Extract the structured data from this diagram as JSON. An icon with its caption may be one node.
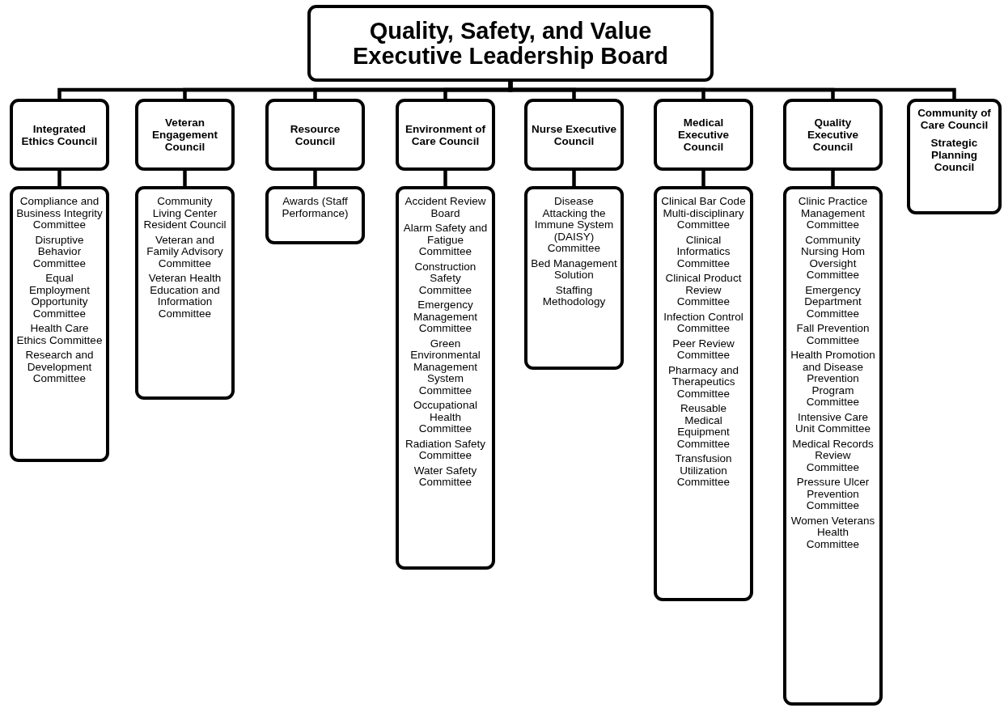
{
  "diagram": {
    "nodes": [
      {
        "text": [
          "Quality, Safety, and Value Executive Leadership Board"
        ]
      },
      {
        "text": [
          "Integrated Ethics Council"
        ]
      },
      {
        "text": [
          "Veteran Engagement Council"
        ]
      },
      {
        "text": [
          "Resource Council"
        ]
      },
      {
        "text": [
          "Environment of Care Council"
        ]
      },
      {
        "text": [
          "Nurse Executive Council"
        ]
      },
      {
        "text": [
          "Medical Executive Council"
        ]
      },
      {
        "text": [
          "Quality Executive Council"
        ]
      },
      {
        "text": [
          "Community of Care Council",
          "Strategic Planning Council"
        ]
      },
      {
        "text": [
          "Compliance and Business Integrity Committee",
          "Disruptive Behavior Committee",
          "Equal Employment Opportunity Committee",
          "Health Care Ethics Committee",
          "Research and Development Committee"
        ]
      },
      {
        "text": [
          "Community Living Center Resident Council",
          "Veteran and Family Advisory Committee",
          "Veteran Health Education and Information Committee"
        ]
      },
      {
        "text": [
          "Awards (Staff Performance)"
        ]
      },
      {
        "text": [
          "Accident Review Board",
          "Alarm Safety and Fatigue Committee",
          "Construction Safety Committee",
          "Emergency Management Committee",
          "Green Environmental Management System Committee",
          "Occupational Health Committee",
          "Radiation Safety Committee",
          "Water Safety Committee"
        ]
      },
      {
        "text": [
          "Disease Attacking the Immune System (DAISY) Committee",
          "Bed Management Solution",
          "Staffing Methodology"
        ]
      },
      {
        "text": [
          "Clinical Bar Code Multi-disciplinary Committee",
          "Clinical Informatics Committee",
          "Clinical Product Review Committee",
          "Infection Control Committee",
          "Peer Review Committee",
          "Pharmacy and Therapeutics Committee",
          "Reusable Medical Equipment Committee",
          "Transfusion Utilization Committee"
        ]
      },
      {
        "text": [
          "Clinic Practice Management Committee",
          "Community Nursing Hom Oversight Committee",
          "Emergency Department Committee",
          "Fall Prevention Committee",
          "Health Promotion and Disease Prevention Program Committee",
          "Intensive Care Unit Committee",
          "Medical Records Review Committee",
          "Pressure Ulcer Prevention Committee",
          "Women Veterans Health Committee"
        ]
      }
    ],
    "edges": [
      {
        "from": 0,
        "to": 1,
        "arrow": "none"
      },
      {
        "from": 0,
        "to": 2,
        "arrow": "none"
      },
      {
        "from": 0,
        "to": 3,
        "arrow": "none"
      },
      {
        "from": 0,
        "to": 4,
        "arrow": "none"
      },
      {
        "from": 0,
        "to": 5,
        "arrow": "none"
      },
      {
        "from": 0,
        "to": 6,
        "arrow": "none"
      },
      {
        "from": 0,
        "to": 7,
        "arrow": "none"
      },
      {
        "from": 0,
        "to": 8,
        "arrow": "none"
      },
      {
        "from": 1,
        "to": 9,
        "arrow": "none"
      },
      {
        "from": 2,
        "to": 10,
        "arrow": "none"
      },
      {
        "from": 3,
        "to": 11,
        "arrow": "none"
      },
      {
        "from": 4,
        "to": 12,
        "arrow": "none"
      },
      {
        "from": 5,
        "to": 13,
        "arrow": "none"
      },
      {
        "from": 6,
        "to": 14,
        "arrow": "none"
      },
      {
        "from": 7,
        "to": 15,
        "arrow": "none"
      }
    ]
  }
}
